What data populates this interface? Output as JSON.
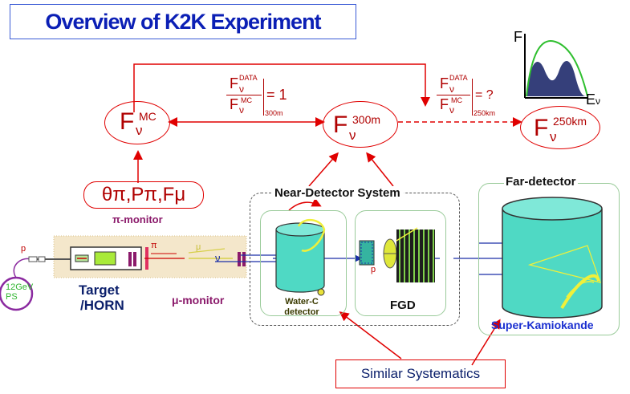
{
  "title": "Overview of K2K Experiment",
  "flux": {
    "mc": {
      "F": "F",
      "nu": "ν",
      "sup": "MC"
    },
    "near": {
      "F": "F",
      "nu": "ν",
      "sup": "300m"
    },
    "far": {
      "F": "F",
      "nu": "ν",
      "sup": "250km"
    }
  },
  "ratio_near": {
    "num_F": "F",
    "num_nu": "ν",
    "num_sup": "DATA",
    "den_F": "F",
    "den_nu": "ν",
    "den_sup": "MC",
    "equals": "= 1",
    "subscript": "300m"
  },
  "ratio_far": {
    "num_F": "F",
    "num_nu": "ν",
    "num_sup": "DATA",
    "den_F": "F",
    "den_nu": "ν",
    "den_sup": "MC",
    "equals": "= ?",
    "subscript": "250km"
  },
  "spectrum": {
    "y_label": "F",
    "x_label": "E",
    "x_sub": "ν"
  },
  "params_label": "θπ,Pπ,Fμ",
  "pi_monitor": "π-monitor",
  "mu_monitor": "μ-monitor",
  "target_horn": [
    "Target",
    "/HORN"
  ],
  "ps": [
    "12GeV",
    "PS"
  ],
  "beam_labels": {
    "p": "p",
    "pi": "π",
    "mu": "μ",
    "nu": "ν"
  },
  "near_detector_system": "Near-Detector System",
  "water_c": [
    "Water-C",
    "detector"
  ],
  "fgd": "FGD",
  "fgd_p": "p",
  "far_detector": "Far-detector",
  "super_k": "Super-Kamiokande",
  "similar_systematics": "Similar Systematics",
  "colors": {
    "title": "#0b1fb5",
    "flux": "#b00000",
    "arrow": "#e00000",
    "monitor": "#8b1a6b",
    "beam_blue": "#1a2fa8",
    "detector_fill": "#4fd9c4",
    "super_k_label": "#1a2fd0",
    "ps_ring": "#8b2aa0",
    "ps_text": "#2fb52f"
  }
}
